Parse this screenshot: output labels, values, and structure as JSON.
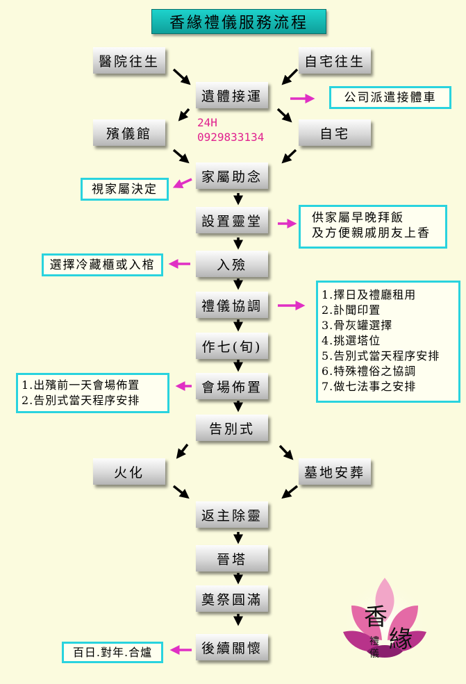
{
  "title": "香緣禮儀服務流程",
  "nodes": {
    "hospital": "醫院往生",
    "home_death": "自宅往生",
    "transport": "遺體接運",
    "funeral_home": "殯儀館",
    "home": "自宅",
    "family_chant": "家屬助念",
    "spirit_hall": "設置靈堂",
    "encoffin": "入殮",
    "coordination": "禮儀協調",
    "seventh": "作七(旬)",
    "venue": "會場佈置",
    "farewell": "告別式",
    "cremation": "火化",
    "burial": "墓地安葬",
    "return_spirit": "返主除靈",
    "pagoda": "晉塔",
    "complete": "奠祭圓滿",
    "aftercare": "後續關懷"
  },
  "notes": {
    "vehicle": "公司派遣接體車",
    "family_decide": "視家屬決定",
    "offering": [
      "供家屬早晚拜飯",
      "及方便親戚朋友上香"
    ],
    "storage": "選擇冷藏櫃或入棺",
    "coordination_items": [
      "1.擇日及禮廳租用",
      "2.訃聞印置",
      "3.骨灰罐選擇",
      "4.挑選塔位",
      "5.告別式當天程序安排",
      "6.特殊禮俗之協調",
      "7.做七法事之安排"
    ],
    "venue_items": [
      "1.出殯前一天會場佈置",
      "2.告別式當天程序安排"
    ],
    "memorial": "百日.對年.合爐"
  },
  "hotline": {
    "label": "24H",
    "phone": "0929833134"
  },
  "logo": {
    "chars": [
      "香",
      "緣",
      "禮",
      "儀"
    ]
  },
  "colors": {
    "background": "#fbfbde",
    "title_bg": "#14b8b2",
    "note_border": "#29d3de",
    "side_arrow": "#e02fc4",
    "hotline": "#e0218f",
    "flow_arrow": "#000000"
  }
}
